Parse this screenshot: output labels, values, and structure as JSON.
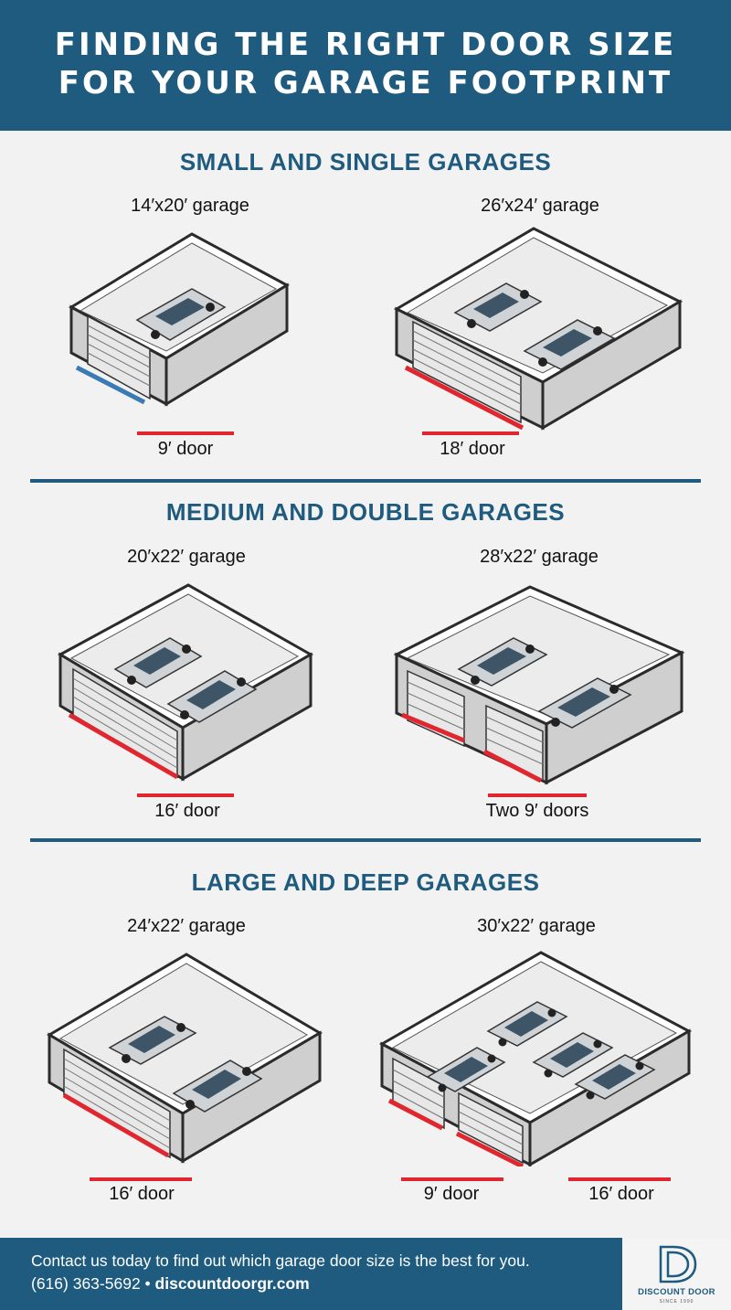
{
  "header": {
    "line1": "FINDING THE RIGHT DOOR SIZE",
    "line2": "FOR YOUR GARAGE FOOTPRINT"
  },
  "sections": [
    {
      "title": "SMALL AND SINGLE GARAGES",
      "items": [
        {
          "garage": "14′x20′ garage",
          "doors": [
            "9′ door"
          ]
        },
        {
          "garage": "26′x24′ garage",
          "doors": [
            "18′ door"
          ]
        }
      ]
    },
    {
      "title": "MEDIUM AND DOUBLE GARAGES",
      "items": [
        {
          "garage": "20′x22′ garage",
          "doors": [
            "16′ door"
          ]
        },
        {
          "garage": "28′x22′ garage",
          "doors": [
            "Two 9′ doors"
          ]
        }
      ]
    },
    {
      "title": "LARGE AND DEEP GARAGES",
      "items": [
        {
          "garage": "24′x22′ garage",
          "doors": [
            "16′ door"
          ]
        },
        {
          "garage": "30′x22′ garage",
          "doors": [
            "9′ door",
            "16′ door"
          ]
        }
      ]
    }
  ],
  "footer": {
    "line1": "Contact us today to find out which garage door size is the best for you.",
    "phone": "(616) 363-5692",
    "separator": " • ",
    "website": "discountdoorgr.com"
  },
  "logo": {
    "name": "DISCOUNT DOOR",
    "since": "SINCE 1990"
  },
  "colors": {
    "brand": "#1e5b7e",
    "door_marker": "#e0262e",
    "door_marker_blue": "#3b7bb5",
    "wall": "#cfcfcf",
    "floor": "#ffffff",
    "outline": "#2b2b2b"
  }
}
